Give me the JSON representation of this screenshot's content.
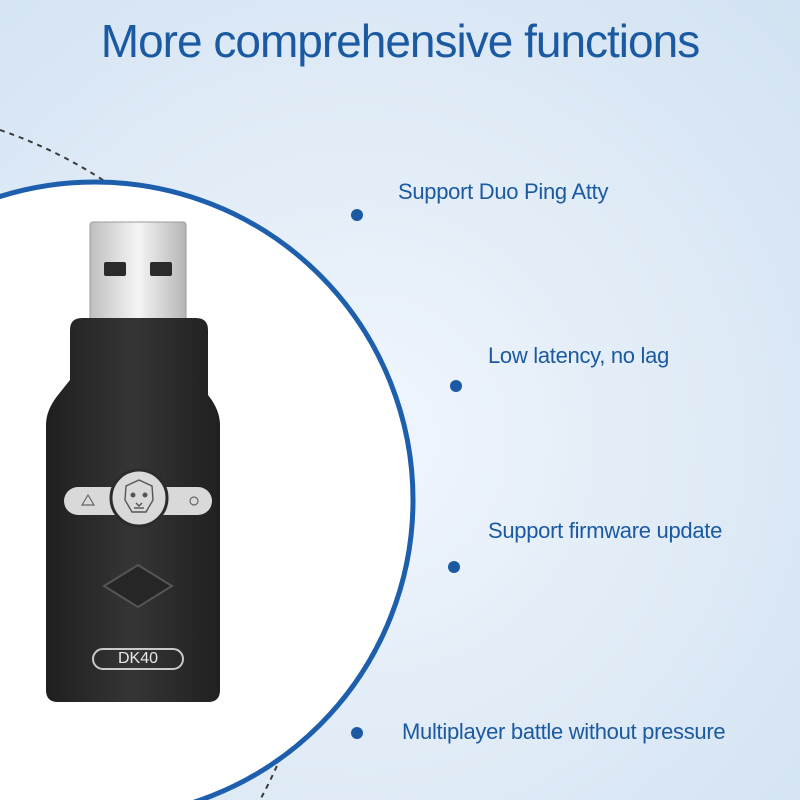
{
  "title": "More comprehensive functions",
  "features": [
    "Support Duo Ping Atty",
    "Low latency, no lag",
    "Support firmware update",
    "Multiplayer battle without pressure"
  ],
  "product": {
    "model": "DK40"
  },
  "colors": {
    "accent": "#1b5aa2",
    "background": "#e4eef8",
    "device_body": "#2b2b2b"
  }
}
